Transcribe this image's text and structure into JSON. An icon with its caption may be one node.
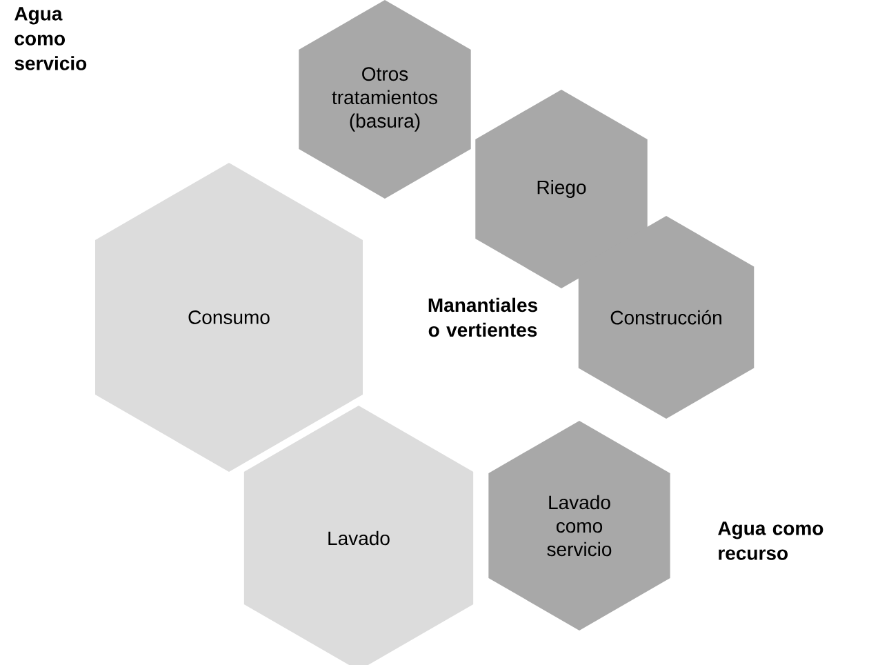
{
  "diagram": {
    "nodes": [
      {
        "text": [
          "Otros tratamientos (basura)"
        ]
      },
      {
        "text": [
          "Riego"
        ]
      },
      {
        "text": [
          "Consumo"
        ]
      },
      {
        "text": [
          "Construcción"
        ]
      },
      {
        "text": [
          "Lavado"
        ]
      },
      {
        "text": [
          "Lavado como servicio"
        ]
      }
    ],
    "labels": [
      "Agua como servicio",
      "Manantiales o vertientes",
      "Agua como recurso"
    ]
  }
}
